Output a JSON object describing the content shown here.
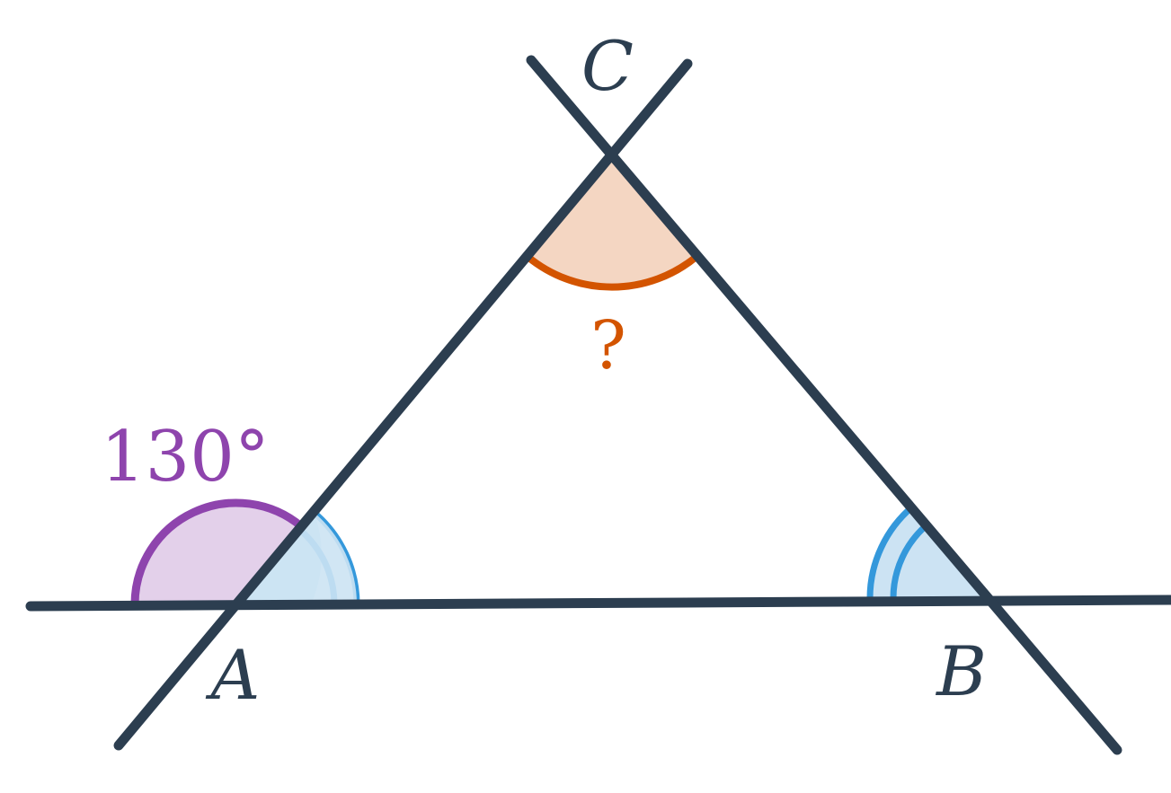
{
  "vertices": {
    "a": "A",
    "b": "B",
    "c": "C"
  },
  "angles": {
    "exterior_a": "130°",
    "apex_c": "?"
  },
  "colors": {
    "line": "#2c3e50",
    "exterior_stroke": "#8e44ad",
    "exterior_fill": "#e3d0ea",
    "equal_stroke": "#3498db",
    "equal_fill": "#cce3f3",
    "unknown_stroke": "#d35400",
    "unknown_fill": "#f4d6c2"
  }
}
